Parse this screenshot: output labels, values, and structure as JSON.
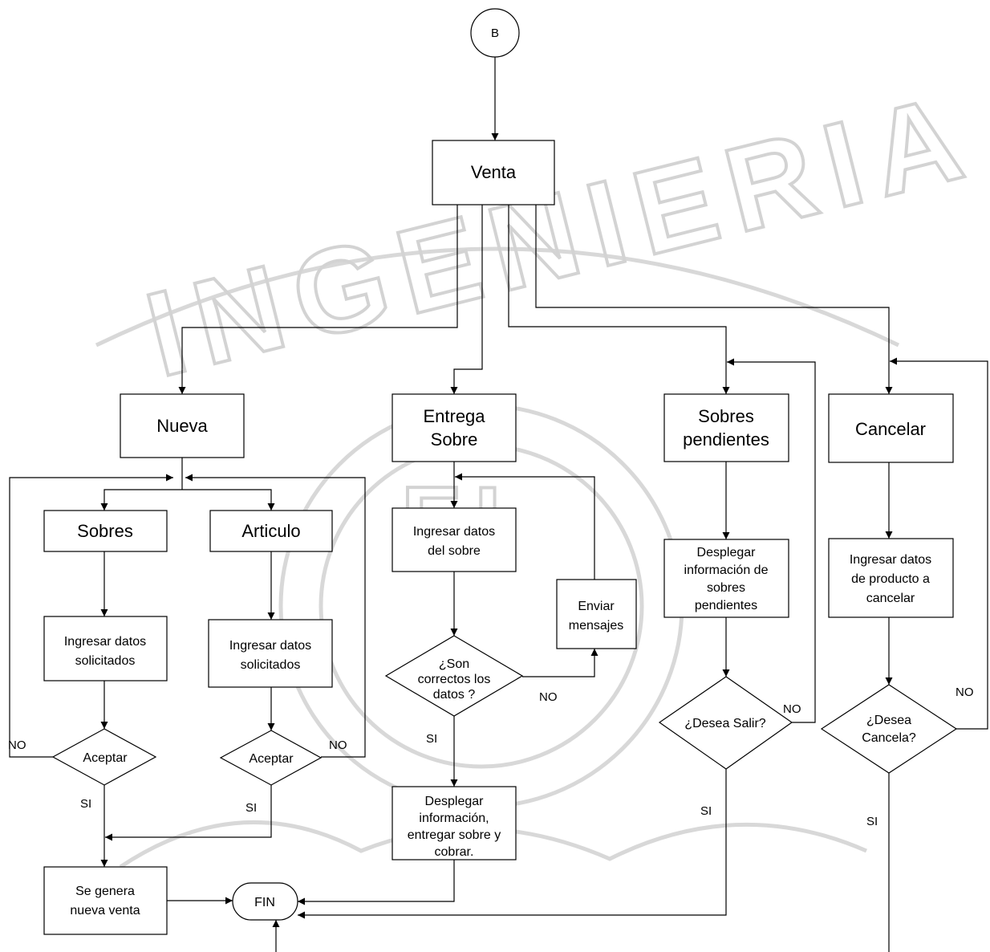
{
  "watermark": {
    "text": "INGENIERIA",
    "emblem_text": "FI"
  },
  "nodes": {
    "connector_b": "B",
    "venta": "Venta",
    "nueva": "Nueva",
    "entrega_sobre": [
      "Entrega",
      "Sobre"
    ],
    "sobres_pendientes": [
      "Sobres",
      "pendientes"
    ],
    "cancelar": "Cancelar",
    "sobres": "Sobres",
    "articulo": "Articulo",
    "ingresar_datos_sobres": [
      "Ingresar datos",
      "solicitados"
    ],
    "ingresar_datos_articulo": [
      "Ingresar datos",
      "solicitados"
    ],
    "aceptar_sobres": "Aceptar",
    "aceptar_articulo": "Aceptar",
    "se_genera": [
      "Se genera",
      "nueva venta"
    ],
    "fin": "FIN",
    "ingresar_datos_sobre": [
      "Ingresar datos",
      "del sobre"
    ],
    "son_correctos": [
      "¿Son",
      "correctos los",
      "datos ?"
    ],
    "enviar_mensajes": [
      "Enviar",
      "mensajes"
    ],
    "desplegar_entregar": [
      "Desplegar",
      "información,",
      "entregar sobre y",
      "cobrar."
    ],
    "desplegar_pendientes": [
      "Desplegar",
      "información de",
      "sobres",
      "pendientes"
    ],
    "desea_salir": "¿Desea Salir?",
    "ingresar_datos_producto": [
      "Ingresar datos",
      "de producto a",
      "cancelar"
    ],
    "desea_cancela": [
      "¿Desea",
      "Cancela?"
    ]
  },
  "edge_labels": {
    "no": "NO",
    "si": "SI"
  }
}
